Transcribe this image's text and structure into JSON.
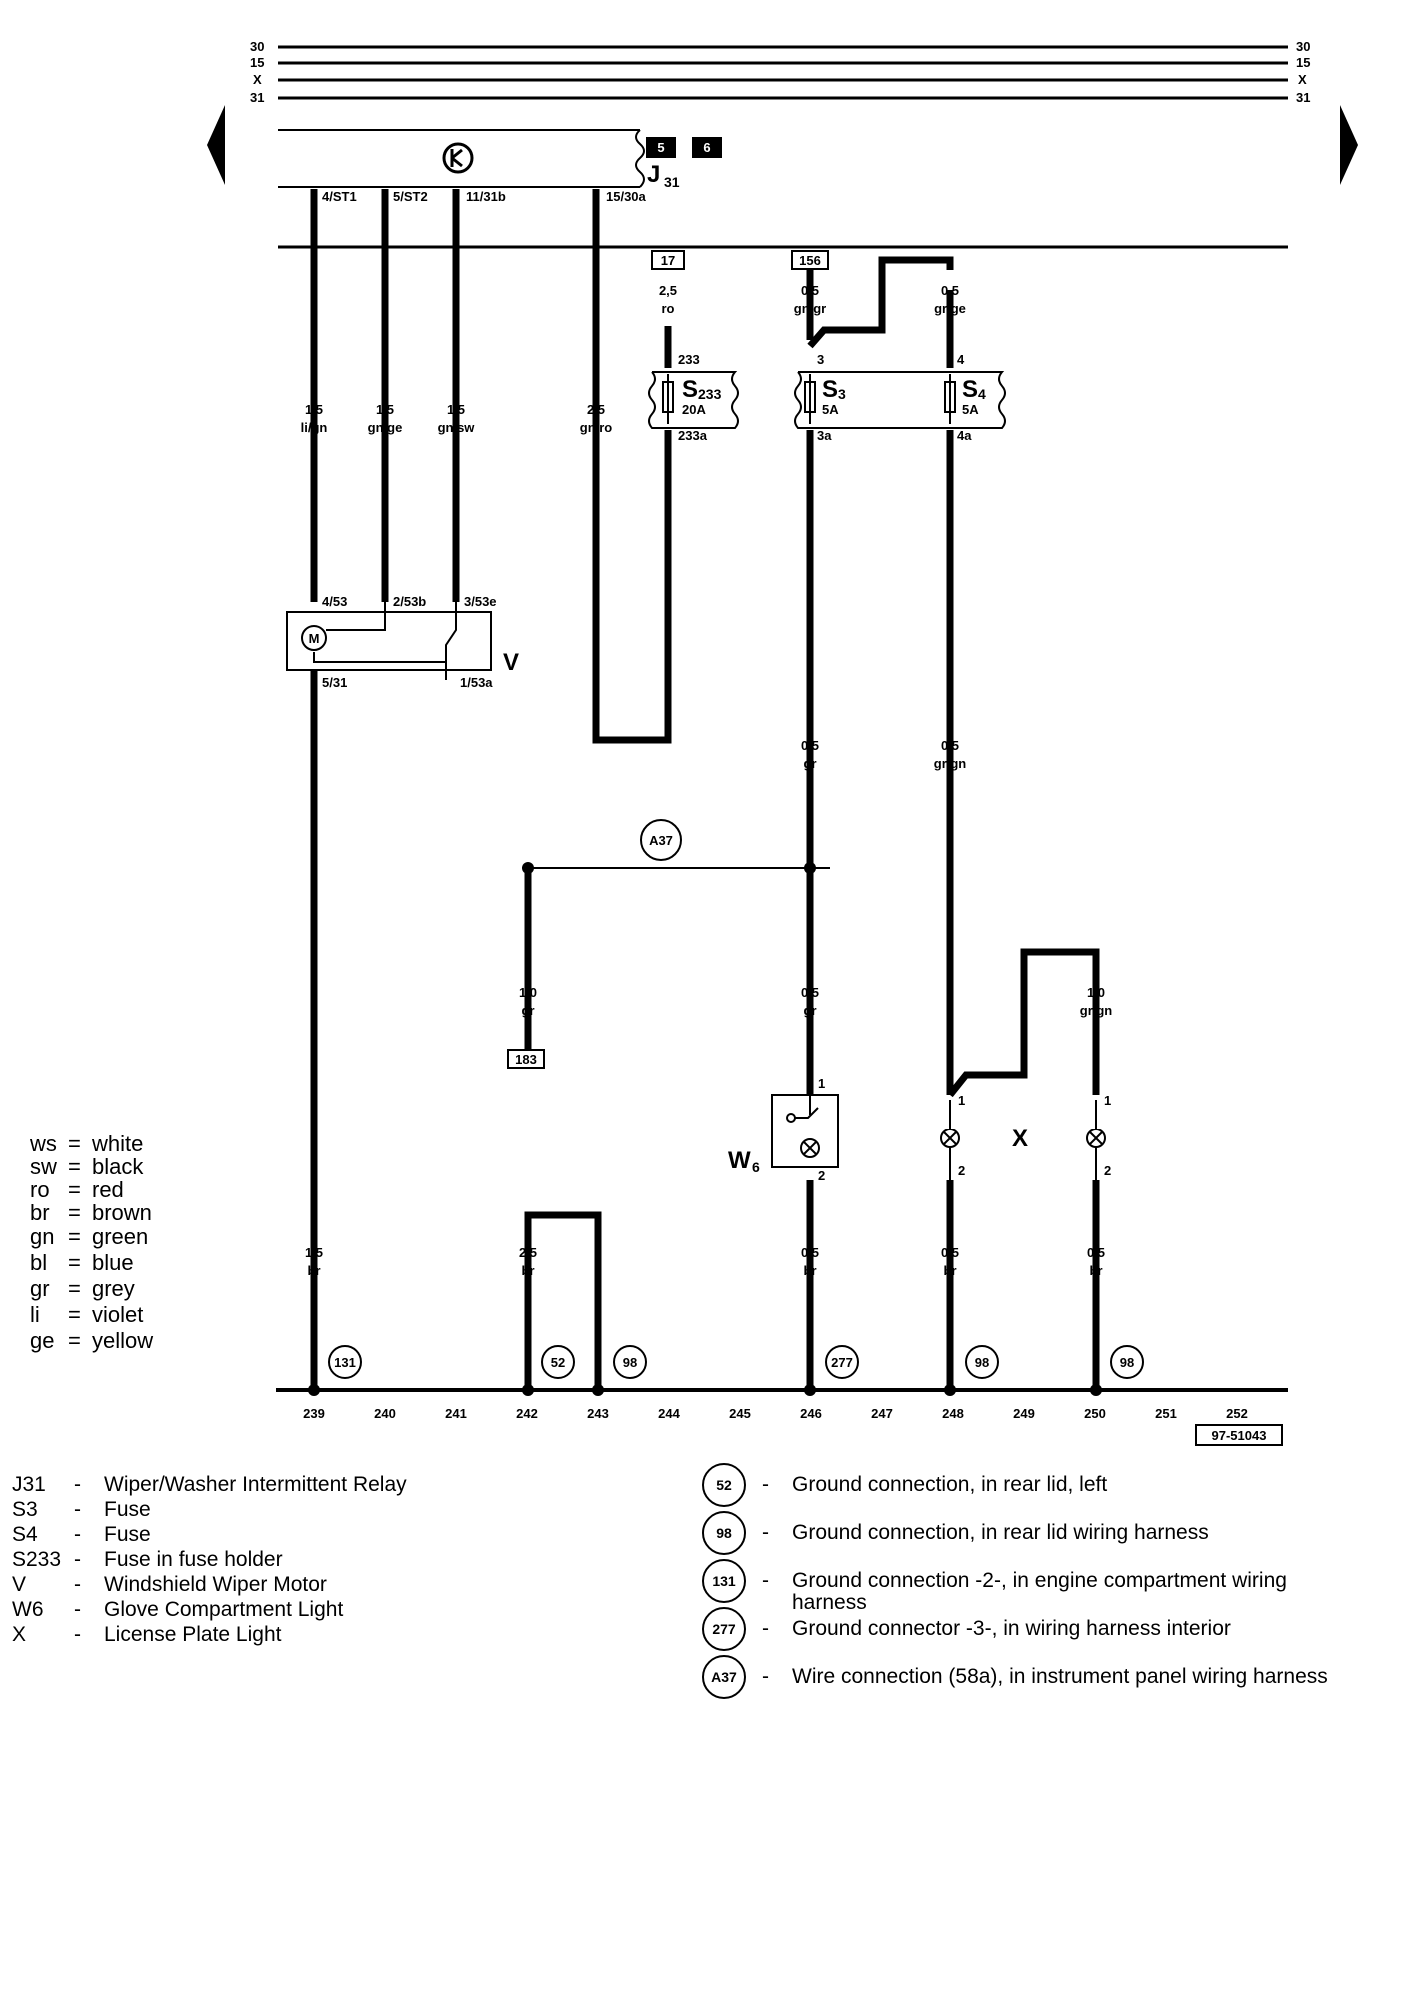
{
  "bus_labels": {
    "t30": "30",
    "t15": "15",
    "tx": "X",
    "t31": "31"
  },
  "relay": {
    "label_main": "J",
    "label_sub": "31",
    "tags": [
      "5",
      "6"
    ],
    "pins": [
      "4/ST1",
      "5/ST2",
      "11/31b",
      "15/30a"
    ]
  },
  "boxes": {
    "b17": "17",
    "b156": "156",
    "b183": "183",
    "ref": "97-51043"
  },
  "wires": {
    "w_ligr_size": "1,5",
    "w_ligr_color": "li/gn",
    "w_gnge_size": "1,5",
    "w_gnge_color": "gn/ge",
    "w_gnsw_size": "1,5",
    "w_gnsw_color": "gn/sw",
    "w_gnro_size": "2,5",
    "w_gnro_color": "gn/ro",
    "w_ro_size": "2,5",
    "w_ro_color": "ro",
    "w_gngr_size": "0,5",
    "w_gngr_color": "gn/gr",
    "w_grge_size": "0,5",
    "w_grge_color": "gr/ge",
    "w_gr_size": "0,5",
    "w_gr_color": "gr",
    "w_grgn_size": "0,5",
    "w_grgn_color": "gr/gn",
    "w_gr1_size": "1,0",
    "w_gr1_color": "gr",
    "w_gr2_size": "0,5",
    "w_gr2_color": "gr",
    "w_grgn2_size": "1,0",
    "w_grgn2_color": "gr/gn",
    "w_br1_size": "1,5",
    "w_br1_color": "br",
    "w_br2_size": "2,5",
    "w_br2_color": "br",
    "w_br3_size": "0,5",
    "w_br3_color": "br",
    "w_br4_size": "0,5",
    "w_br4_color": "br",
    "w_br5_size": "0,5",
    "w_br5_color": "br"
  },
  "fuses": {
    "s233_name": "S",
    "s233_sub": "233",
    "s233_rating": "20A",
    "s233_in": "233",
    "s233_out": "233a",
    "s3_name": "S",
    "s3_sub": "3",
    "s3_rating": "5A",
    "s3_in": "3",
    "s3_out": "3a",
    "s4_name": "S",
    "s4_sub": "4",
    "s4_rating": "5A",
    "s4_in": "4",
    "s4_out": "4a"
  },
  "motor": {
    "label": "V",
    "symbol": "M",
    "pins": [
      "4/53",
      "2/53b",
      "3/53e",
      "5/31",
      "1/53a"
    ]
  },
  "w6": {
    "name": "W",
    "sub": "6",
    "pin1": "1",
    "pin2": "2"
  },
  "lights": {
    "label": "X",
    "pin1": "1",
    "pin2": "2"
  },
  "connector_a37": "A37",
  "grounds": [
    "131",
    "52",
    "98",
    "277",
    "98",
    "98"
  ],
  "positions": [
    "239",
    "240",
    "241",
    "242",
    "243",
    "244",
    "245",
    "246",
    "247",
    "248",
    "249",
    "250",
    "251",
    "252"
  ],
  "color_key": [
    {
      "code": "ws",
      "name": "white"
    },
    {
      "code": "sw",
      "name": "black"
    },
    {
      "code": "ro",
      "name": "red"
    },
    {
      "code": "br",
      "name": "brown"
    },
    {
      "code": "gn",
      "name": "green"
    },
    {
      "code": "bl",
      "name": "blue"
    },
    {
      "code": "gr",
      "name": "grey"
    },
    {
      "code": "li",
      "name": "violet"
    },
    {
      "code": "ge",
      "name": "yellow"
    }
  ],
  "legend_left": [
    {
      "code": "J31",
      "desc": "Wiper/Washer Intermittent Relay"
    },
    {
      "code": "S3",
      "desc": "Fuse"
    },
    {
      "code": "S4",
      "desc": "Fuse"
    },
    {
      "code": "S233",
      "desc": "Fuse in fuse holder"
    },
    {
      "code": "V",
      "desc": "Windshield Wiper Motor"
    },
    {
      "code": "W6",
      "desc": "Glove Compartment Light"
    },
    {
      "code": "X",
      "desc": "License Plate Light"
    }
  ],
  "legend_right": [
    {
      "code": "52",
      "desc": "Ground connection, in rear lid, left"
    },
    {
      "code": "98",
      "desc": "Ground connection, in rear lid wiring harness"
    },
    {
      "code": "131",
      "desc": "Ground connection -2-, in engine compartment wiring",
      "desc2": "harness"
    },
    {
      "code": "277",
      "desc": "Ground connector -3-, in wiring harness interior"
    },
    {
      "code": "A37",
      "desc": "Wire connection (58a), in instrument panel wiring harness"
    }
  ],
  "dash": "-",
  "eq": "="
}
